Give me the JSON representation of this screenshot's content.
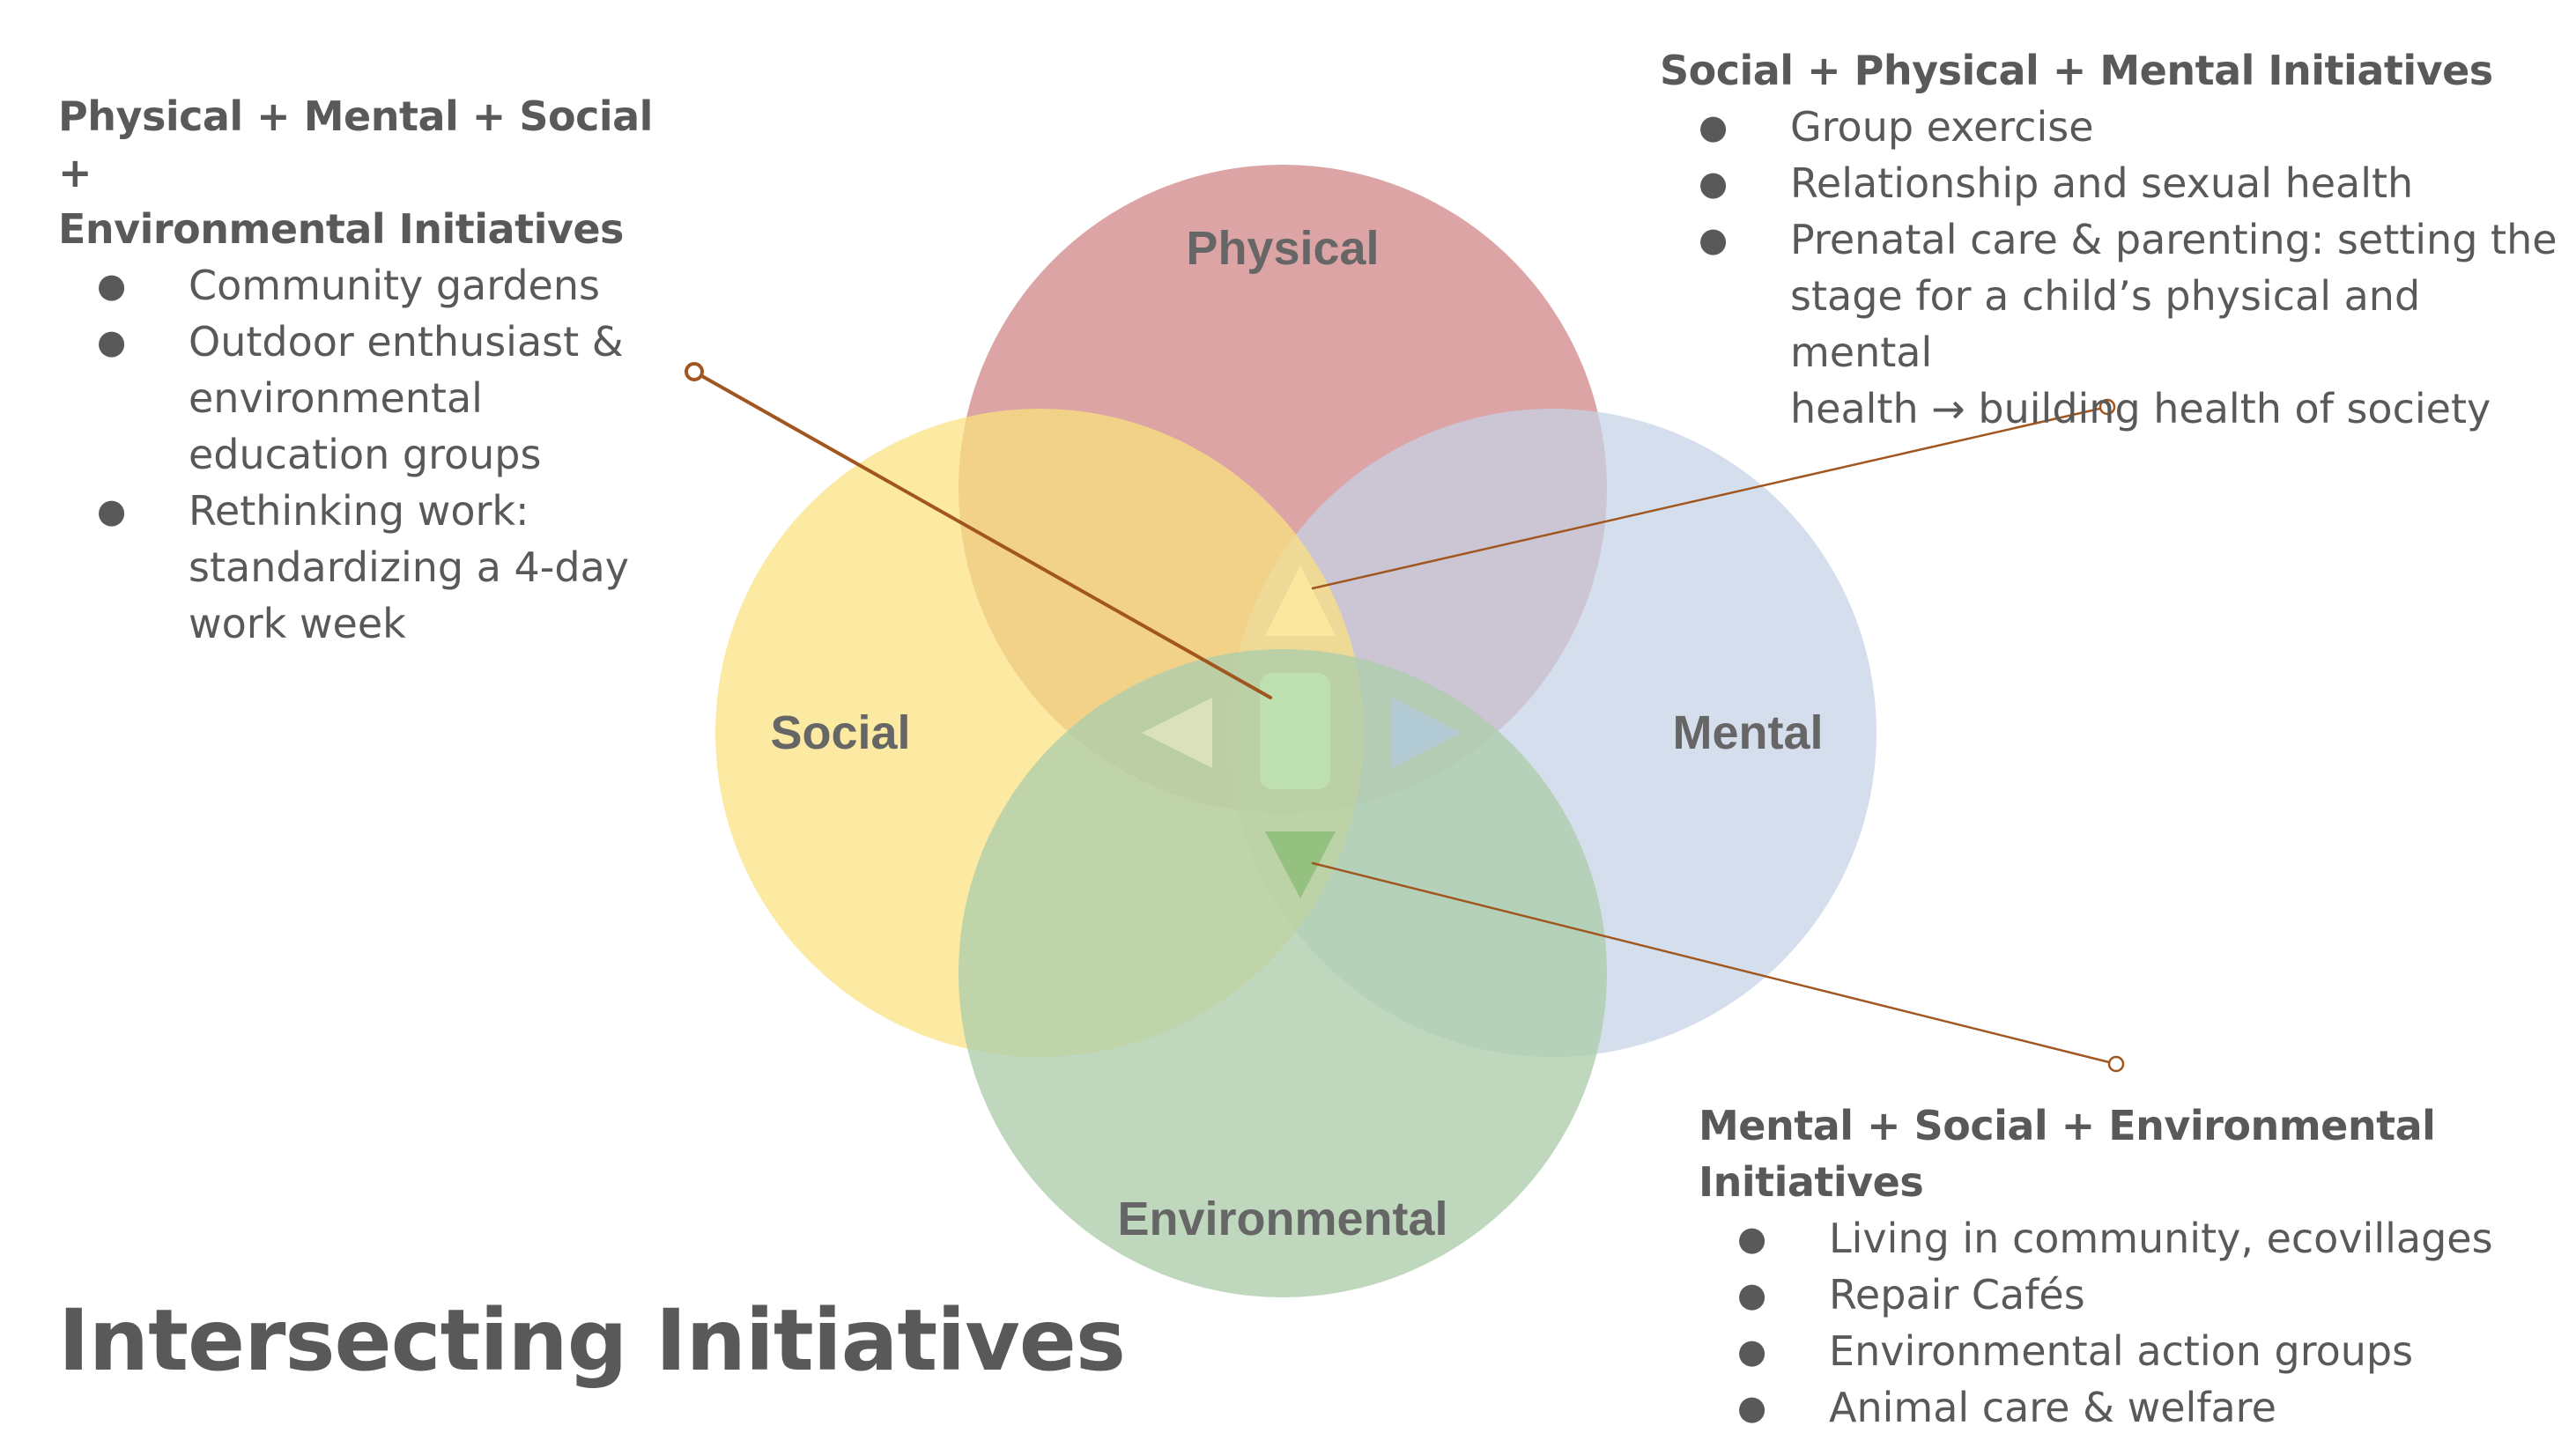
{
  "colors": {
    "physical": "#d38d8d",
    "social": "#fbe27e",
    "mental": "#c5d1e6",
    "environmental": "#adcdaa",
    "connector": "#a0561e",
    "text": "#595959"
  },
  "circles": {
    "physical": "Physical",
    "social": "Social",
    "mental": "Mental",
    "environmental": "Environmental"
  },
  "center_icons": {
    "up": "triangle-up-icon",
    "left": "triangle-left-icon",
    "right": "triangle-right-icon",
    "down": "triangle-down-icon",
    "center": "rounded-square-icon"
  },
  "blocks": {
    "top_left": {
      "heading_line1": "Physical + Mental + Social +",
      "heading_line2": "Environmental Initiatives",
      "items": [
        [
          "Community gardens"
        ],
        [
          "Outdoor enthusiast &",
          "environmental",
          "education groups"
        ],
        [
          "Rethinking work:",
          "standardizing a 4-day",
          "work week"
        ]
      ]
    },
    "top_right": {
      "heading_line1": "Social + Physical + Mental Initiatives",
      "items": [
        [
          "Group exercise"
        ],
        [
          "Relationship and sexual health"
        ],
        [
          "Prenatal care & parenting: setting the",
          "stage for a child’s physical and mental",
          "health → building health of society"
        ]
      ]
    },
    "bottom_right": {
      "heading_line1": "Mental + Social + Environmental",
      "heading_line2": "Initiatives",
      "items": [
        [
          "Living in community, ecovillages"
        ],
        [
          "Repair Cafés"
        ],
        [
          "Environmental action groups"
        ],
        [
          "Animal care & welfare"
        ]
      ]
    }
  },
  "page": {
    "title": "Intersecting Initiatives"
  }
}
